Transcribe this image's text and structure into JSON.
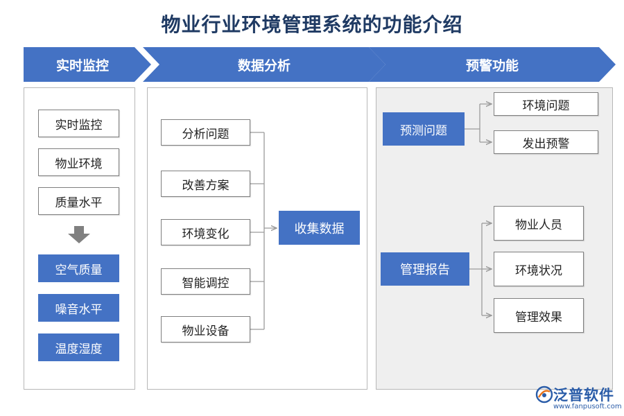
{
  "title": "物业行业环境管理系统的功能介绍",
  "stages": [
    "实时监控",
    "数据分析",
    "预警功能"
  ],
  "panel1": {
    "inputs": [
      "实时监控",
      "物业环境",
      "质量水平"
    ],
    "outputs": [
      "空气质量",
      "噪音水平",
      "温度湿度"
    ]
  },
  "panel2": {
    "items": [
      "分析问题",
      "改善方案",
      "环境变化",
      "智能调控",
      "物业设备"
    ],
    "target": "收集数据"
  },
  "panel3": {
    "group1": {
      "source": "预测问题",
      "targets": [
        "环境问题",
        "发出预警"
      ]
    },
    "group2": {
      "source": "管理报告",
      "targets": [
        "物业人员",
        "环境状况",
        "管理效果"
      ]
    }
  },
  "brand": {
    "name": "泛普软件",
    "url": "www.fanpusoft.com"
  },
  "colors": {
    "accent": "#4472c4",
    "title": "#1f3a63",
    "panel3_bg": "#efefef"
  }
}
